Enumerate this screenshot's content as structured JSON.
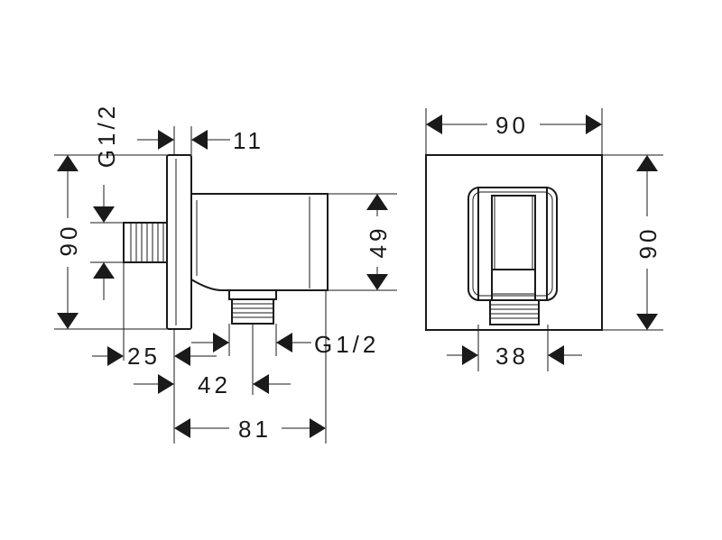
{
  "side_view": {
    "dim_plate_thickness": "11",
    "dim_thread_top": "G1/2",
    "dim_height": "90",
    "dim_body_height": "49",
    "dim_inlet_offset": "25",
    "dim_outlet_offset": "42",
    "dim_thread_bottom": "G1/2",
    "dim_depth": "81"
  },
  "front_view": {
    "dim_width": "90",
    "dim_height": "90",
    "dim_outlet_width": "38"
  }
}
